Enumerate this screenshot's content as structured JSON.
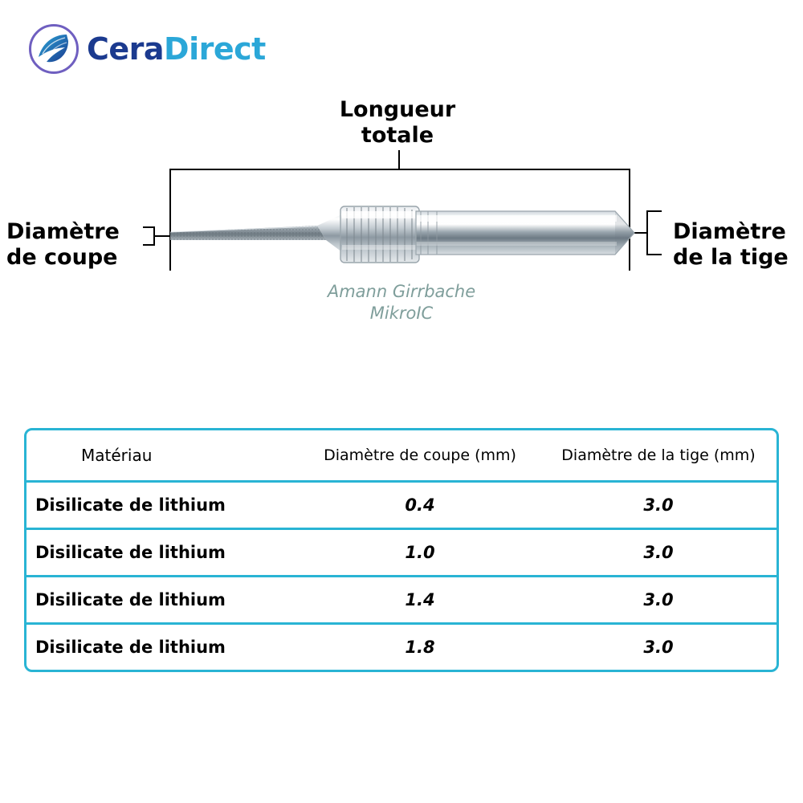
{
  "brand": {
    "name_part1": "Cera",
    "name_part2": "Direct",
    "logo_icon": "cera-leaf-logo-icon",
    "accent_primary": "#1b3a8f",
    "accent_secondary": "#2ba7d8",
    "logo_ring": "#6f5fc0"
  },
  "diagram": {
    "labels": {
      "total_length_line1": "Longueur",
      "total_length_line2": "totale",
      "cutting_diameter_line1": "Diamètre",
      "cutting_diameter_line2": "de coupe",
      "shank_diameter_line1": "Diamètre",
      "shank_diameter_line2": "de la tige"
    },
    "caption_line1": "Amann Girrbache",
    "caption_line2": "MikroIC",
    "caption_color": "#7f9e9b",
    "tool_icon": "dental-milling-bur-icon"
  },
  "table": {
    "border_color": "#29b4d4",
    "columns": [
      "Matériau",
      "Diamètre de coupe (mm)",
      "Diamètre de la tige (mm)"
    ],
    "rows": [
      {
        "material": "Disilicate de lithium",
        "cutting_diameter": "0.4",
        "shank_diameter": "3.0"
      },
      {
        "material": "Disilicate de lithium",
        "cutting_diameter": "1.0",
        "shank_diameter": "3.0"
      },
      {
        "material": "Disilicate de lithium",
        "cutting_diameter": "1.4",
        "shank_diameter": "3.0"
      },
      {
        "material": "Disilicate de lithium",
        "cutting_diameter": "1.8",
        "shank_diameter": "3.0"
      }
    ]
  }
}
